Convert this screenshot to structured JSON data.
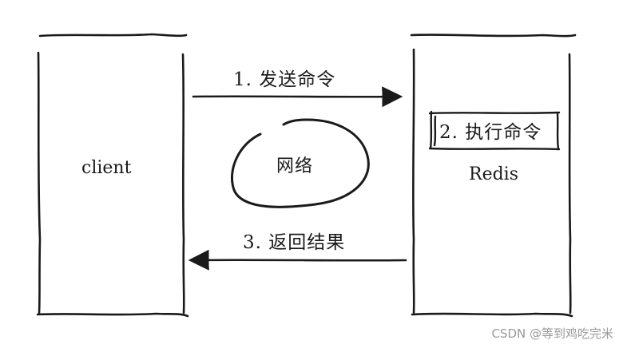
{
  "diagram": {
    "client": {
      "label": "client"
    },
    "server": {
      "label": "Redis",
      "inner_step": "2. 执行命令"
    },
    "steps": {
      "send": "1. 发送命令",
      "return": "3. 返回结果"
    },
    "network": {
      "label": "网络"
    }
  },
  "watermark": "CSDN @等到鸡吃完米"
}
